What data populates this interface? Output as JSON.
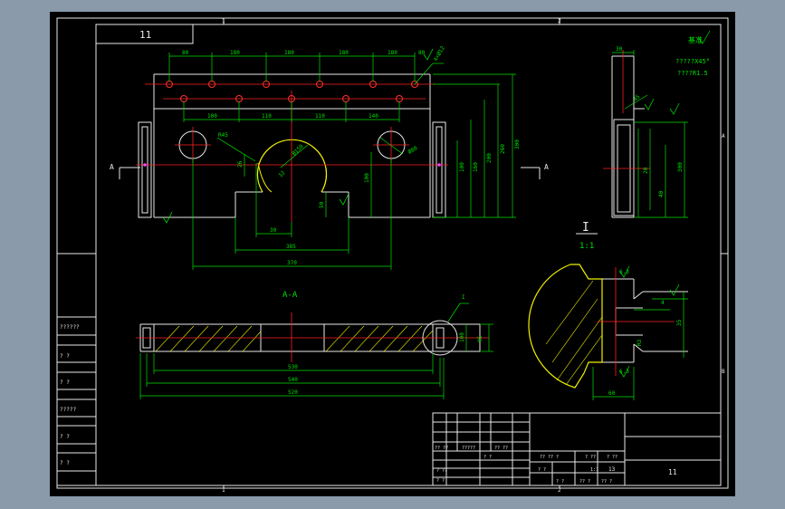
{
  "frame": {
    "zone_top_left": "1",
    "zone_top_right": "2",
    "zone_bottom_left": "1",
    "zone_bottom_right": "2",
    "zone_right": "A",
    "zone_right_lower": "B"
  },
  "title_tab": {
    "text": "11"
  },
  "front_view": {
    "top_dims": [
      "80",
      "180",
      "180",
      "180",
      "180",
      "80"
    ],
    "lower_dims": [
      "100",
      "110",
      "110",
      "140"
    ],
    "hole_callout": "4×Ø12",
    "r_callout": "R45",
    "r_callout2": "Ø150",
    "r_callout3": "Ø80",
    "small_dim": "26",
    "small_dim2": "12",
    "vert_dims": [
      "100",
      "160",
      "200",
      "260",
      "300"
    ],
    "vert_dim_mid": "100",
    "vert_dim_small": "50",
    "bottom_dim1": "30",
    "bottom_dim2": "385",
    "bottom_dim3": "370",
    "section_left": "A",
    "section_right": "A"
  },
  "side_view": {
    "note1": "基准",
    "note2": "?????X45°",
    "note3": "????R1.5",
    "top_dim": "30",
    "angle_dim": "45",
    "dim_side1": "300",
    "dim_side2": "40",
    "dim_side3": "20"
  },
  "detail": {
    "label": "I",
    "scale": "1:1",
    "dims": [
      "6.3",
      "4",
      "35",
      "R3",
      "60",
      "6.3"
    ]
  },
  "section": {
    "label": "A-A",
    "detail_tag": "I",
    "dim_right": "100",
    "dim_right2": "95",
    "bottom_dims": [
      "530",
      "540",
      "520"
    ]
  },
  "left_table": {
    "rows": [
      "??????",
      "? ?",
      "? ?",
      "?????",
      "? ?",
      "? ?"
    ]
  },
  "title_block": {
    "drawing_number": "11",
    "cells": [
      "?? ??",
      "?????",
      "?? ??",
      "?? ?? ?",
      "? ??",
      "? ??",
      "? ??",
      "? ?",
      "? ?",
      "? ?",
      "1:1",
      "? ?",
      "?? ?",
      "?? ?"
    ],
    "scale_cell": "13"
  }
}
